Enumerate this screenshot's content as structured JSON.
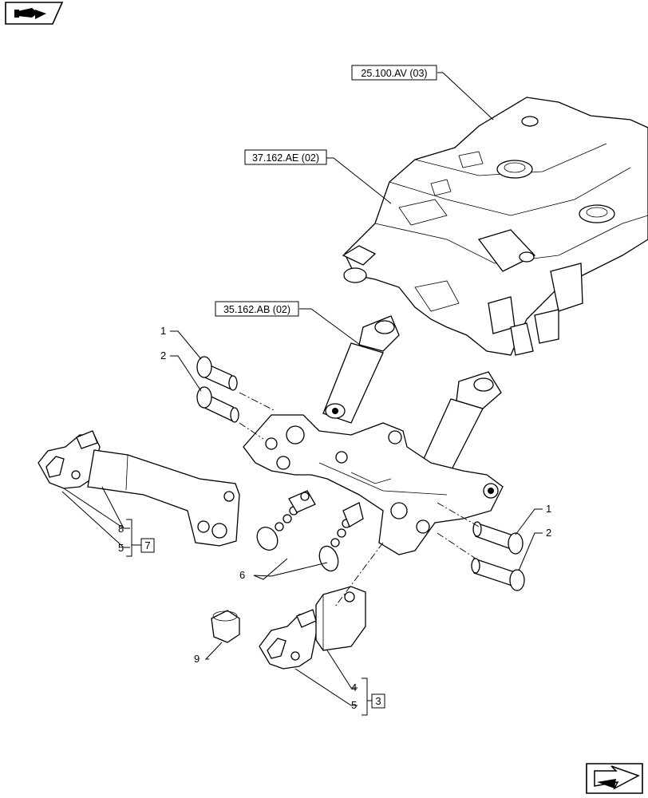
{
  "icons": {
    "top_left": "book-arrow-icon",
    "bottom_right": "next-page-arrow-icon"
  },
  "references": {
    "ref_25100": "25.100.AV (03)",
    "ref_37162": "37.162.AE (02)",
    "ref_35162": "35.162.AB (02)"
  },
  "callouts": {
    "c1_left": "1",
    "c2_left": "2",
    "c1_right": "1",
    "c2_right": "2",
    "c6": "6",
    "c8": "8",
    "c5_left": "5",
    "c7": "7",
    "c9": "9",
    "c4": "4",
    "c5_bottom": "5",
    "c3": "3"
  }
}
